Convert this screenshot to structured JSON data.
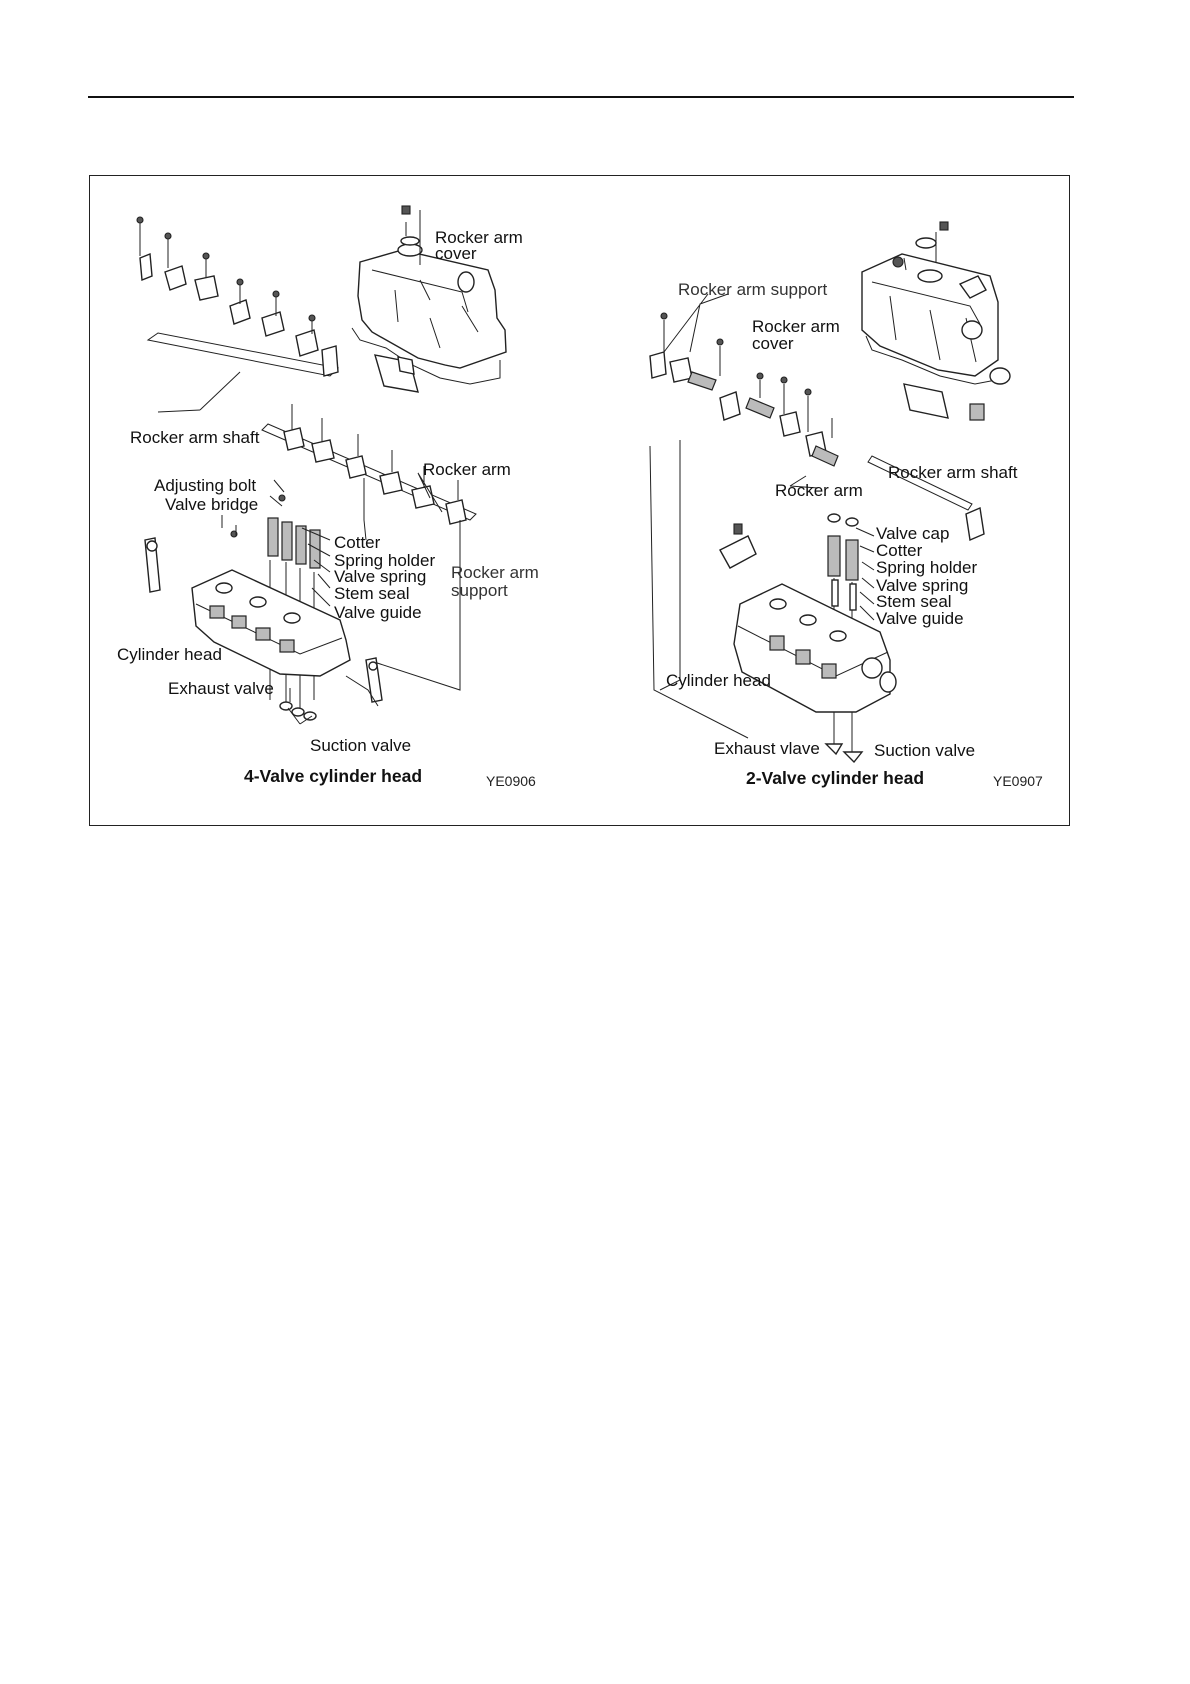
{
  "figure": {
    "left_diagram": {
      "labels": {
        "rocker_arm_cover": [
          "Rocker arm",
          "cover"
        ],
        "rocker_arm_shaft": "Rocker arm shaft",
        "adjusting_bolt": "Adjusting bolt",
        "valve_bridge": "Valve bridge",
        "rocker_arm": "Rocker arm",
        "cotter": "Cotter",
        "spring_holder": "Spring holder",
        "valve_spring": "Valve spring",
        "stem_seal": "Stem seal",
        "valve_guide": "Valve guide",
        "rocker_arm_support": [
          "Rocker arm",
          "support"
        ],
        "cylinder_head": "Cylinder head",
        "exhaust_valve": "Exhaust valve",
        "suction_valve": "Suction valve"
      },
      "caption": "4-Valve cylinder head",
      "code": "YE0906"
    },
    "right_diagram": {
      "labels": {
        "rocker_arm_support": "Rocker arm support",
        "rocker_arm_cover": [
          "Rocker arm",
          "cover"
        ],
        "rocker_arm_shaft": "Rocker arm shaft",
        "rocker_arm": "Rocker arm",
        "valve_cap": "Valve cap",
        "cotter": "Cotter",
        "spring_holder": "Spring holder",
        "valve_spring": "Valve spring",
        "stem_seal": "Stem seal",
        "valve_guide": "Valve guide",
        "cylinder_head": "Cylinder head",
        "exhaust_valve": "Exhaust vlave",
        "suction_valve": "Suction valve"
      },
      "caption": "2-Valve cylinder head",
      "code": "YE0907"
    }
  }
}
